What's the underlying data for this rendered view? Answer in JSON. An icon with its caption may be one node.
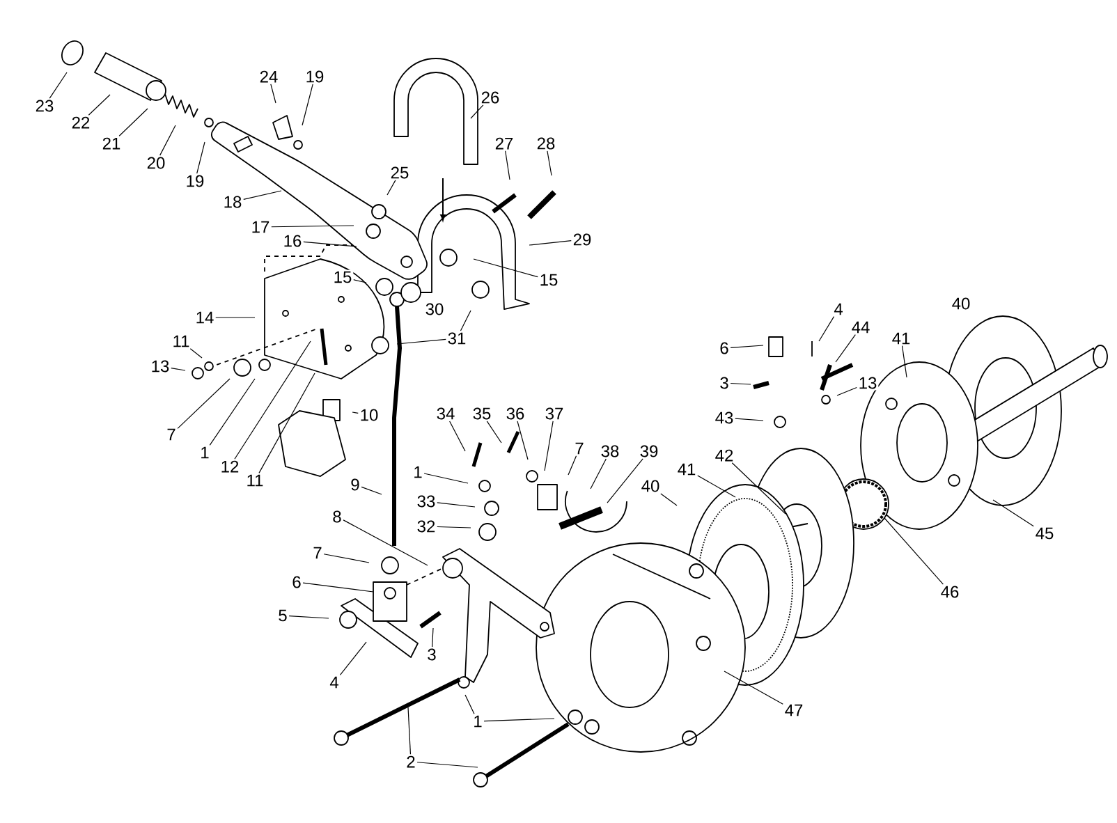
{
  "diagram": {
    "nodes": [
      {
        "text": [
          "23"
        ]
      },
      {
        "text": [
          "22"
        ]
      },
      {
        "text": [
          "21"
        ]
      },
      {
        "text": [
          "20"
        ]
      },
      {
        "text": [
          "19"
        ]
      },
      {
        "text": [
          "24"
        ]
      },
      {
        "text": [
          "19"
        ]
      },
      {
        "text": [
          "26"
        ]
      },
      {
        "text": [
          "27"
        ]
      },
      {
        "text": [
          "28"
        ]
      },
      {
        "text": [
          "18"
        ]
      },
      {
        "text": [
          "25"
        ]
      },
      {
        "text": [
          "17"
        ]
      },
      {
        "text": [
          "16"
        ]
      },
      {
        "text": [
          "29"
        ]
      },
      {
        "text": [
          "15"
        ]
      },
      {
        "text": [
          "15"
        ]
      },
      {
        "text": [
          "14"
        ]
      },
      {
        "text": [
          "31"
        ]
      },
      {
        "text": [
          "11"
        ]
      },
      {
        "text": [
          "13"
        ]
      },
      {
        "text": [
          "7"
        ]
      },
      {
        "text": [
          "1"
        ]
      },
      {
        "text": [
          "12"
        ]
      },
      {
        "text": [
          "11"
        ]
      },
      {
        "text": [
          "10"
        ]
      },
      {
        "text": [
          "34"
        ]
      },
      {
        "text": [
          "35"
        ]
      },
      {
        "text": [
          "36"
        ]
      },
      {
        "text": [
          "37"
        ]
      },
      {
        "text": [
          "9"
        ]
      },
      {
        "text": [
          "1"
        ]
      },
      {
        "text": [
          "33"
        ]
      },
      {
        "text": [
          "8"
        ]
      },
      {
        "text": [
          "32"
        ]
      },
      {
        "text": [
          "7"
        ]
      },
      {
        "text": [
          "38"
        ]
      },
      {
        "text": [
          "39"
        ]
      },
      {
        "text": [
          "7"
        ]
      },
      {
        "text": [
          "6"
        ]
      },
      {
        "text": [
          "5"
        ]
      },
      {
        "text": [
          "4"
        ]
      },
      {
        "text": [
          "3"
        ]
      },
      {
        "text": [
          "2"
        ]
      },
      {
        "text": [
          "1"
        ]
      },
      {
        "text": [
          "47"
        ]
      },
      {
        "text": [
          "40"
        ]
      },
      {
        "text": [
          "41"
        ]
      },
      {
        "text": [
          "42"
        ]
      },
      {
        "text": [
          "46"
        ]
      },
      {
        "text": [
          "45"
        ]
      },
      {
        "text": [
          "41"
        ]
      },
      {
        "text": [
          "6"
        ]
      },
      {
        "text": [
          "4"
        ]
      },
      {
        "text": [
          "44"
        ]
      },
      {
        "text": [
          "3"
        ]
      },
      {
        "text": [
          "13"
        ]
      },
      {
        "text": [
          "43"
        ]
      }
    ],
    "edges": [
      {
        "from": 0,
        "to": null,
        "arrow": "none"
      },
      {
        "from": 1,
        "to": null,
        "arrow": "none"
      },
      {
        "from": 2,
        "to": null,
        "arrow": "none"
      },
      {
        "from": 3,
        "to": null,
        "arrow": "none"
      },
      {
        "from": 4,
        "to": null,
        "arrow": "none"
      },
      {
        "from": 5,
        "to": null,
        "arrow": "none"
      },
      {
        "from": 6,
        "to": null,
        "arrow": "none"
      },
      {
        "from": 7,
        "to": null,
        "arrow": "none"
      },
      {
        "from": 8,
        "to": null,
        "arrow": "none"
      },
      {
        "from": 9,
        "to": null,
        "arrow": "none"
      },
      {
        "from": 10,
        "to": null,
        "arrow": "none"
      },
      {
        "from": 11,
        "to": null,
        "arrow": "none"
      },
      {
        "from": 12,
        "to": null,
        "arrow": "none"
      },
      {
        "from": 13,
        "to": null,
        "arrow": "none"
      },
      {
        "from": 14,
        "to": null,
        "arrow": "none"
      },
      {
        "from": 15,
        "to": null,
        "arrow": "none"
      },
      {
        "from": 16,
        "to": null,
        "arrow": "none"
      },
      {
        "from": 17,
        "to": null,
        "arrow": "none"
      },
      {
        "from": 18,
        "to": null,
        "arrow": "none"
      },
      {
        "from": 18,
        "to": null,
        "arrow": "none"
      },
      {
        "from": 19,
        "to": null,
        "arrow": "none"
      },
      {
        "from": 20,
        "to": null,
        "arrow": "none"
      },
      {
        "from": 21,
        "to": null,
        "arrow": "none"
      },
      {
        "from": 22,
        "to": null,
        "arrow": "none"
      },
      {
        "from": 23,
        "to": null,
        "arrow": "none"
      },
      {
        "from": 24,
        "to": null,
        "arrow": "none"
      },
      {
        "from": 25,
        "to": null,
        "arrow": "none"
      },
      {
        "from": 26,
        "to": null,
        "arrow": "none"
      },
      {
        "from": 27,
        "to": null,
        "arrow": "none"
      },
      {
        "from": 28,
        "to": null,
        "arrow": "none"
      },
      {
        "from": 29,
        "to": null,
        "arrow": "none"
      },
      {
        "from": 30,
        "to": null,
        "arrow": "none"
      },
      {
        "from": 31,
        "to": null,
        "arrow": "none"
      },
      {
        "from": 32,
        "to": null,
        "arrow": "none"
      },
      {
        "from": 33,
        "to": null,
        "arrow": "none"
      },
      {
        "from": 34,
        "to": null,
        "arrow": "none"
      },
      {
        "from": 35,
        "to": null,
        "arrow": "none"
      },
      {
        "from": 36,
        "to": null,
        "arrow": "none"
      },
      {
        "from": 37,
        "to": null,
        "arrow": "none"
      },
      {
        "from": 38,
        "to": null,
        "arrow": "none"
      },
      {
        "from": 39,
        "to": null,
        "arrow": "none"
      },
      {
        "from": 40,
        "to": null,
        "arrow": "none"
      },
      {
        "from": 41,
        "to": null,
        "arrow": "none"
      },
      {
        "from": 42,
        "to": null,
        "arrow": "none"
      },
      {
        "from": 43,
        "to": null,
        "arrow": "none"
      },
      {
        "from": 43,
        "to": null,
        "arrow": "none"
      },
      {
        "from": 44,
        "to": null,
        "arrow": "none"
      },
      {
        "from": 44,
        "to": null,
        "arrow": "none"
      },
      {
        "from": 45,
        "to": null,
        "arrow": "none"
      },
      {
        "from": 46,
        "to": null,
        "arrow": "none"
      },
      {
        "from": 47,
        "to": null,
        "arrow": "none"
      },
      {
        "from": 48,
        "to": null,
        "arrow": "none"
      },
      {
        "from": 49,
        "to": null,
        "arrow": "none"
      },
      {
        "from": 50,
        "to": null,
        "arrow": "none"
      },
      {
        "from": 51,
        "to": null,
        "arrow": "none"
      },
      {
        "from": 52,
        "to": null,
        "arrow": "none"
      },
      {
        "from": 53,
        "to": null,
        "arrow": "none"
      },
      {
        "from": 54,
        "to": null,
        "arrow": "none"
      },
      {
        "from": 55,
        "to": null,
        "arrow": "none"
      },
      {
        "from": 56,
        "to": null,
        "arrow": "none"
      },
      {
        "from": 57,
        "to": null,
        "arrow": "none"
      }
    ],
    "labels": [
      "30",
      "40"
    ]
  }
}
